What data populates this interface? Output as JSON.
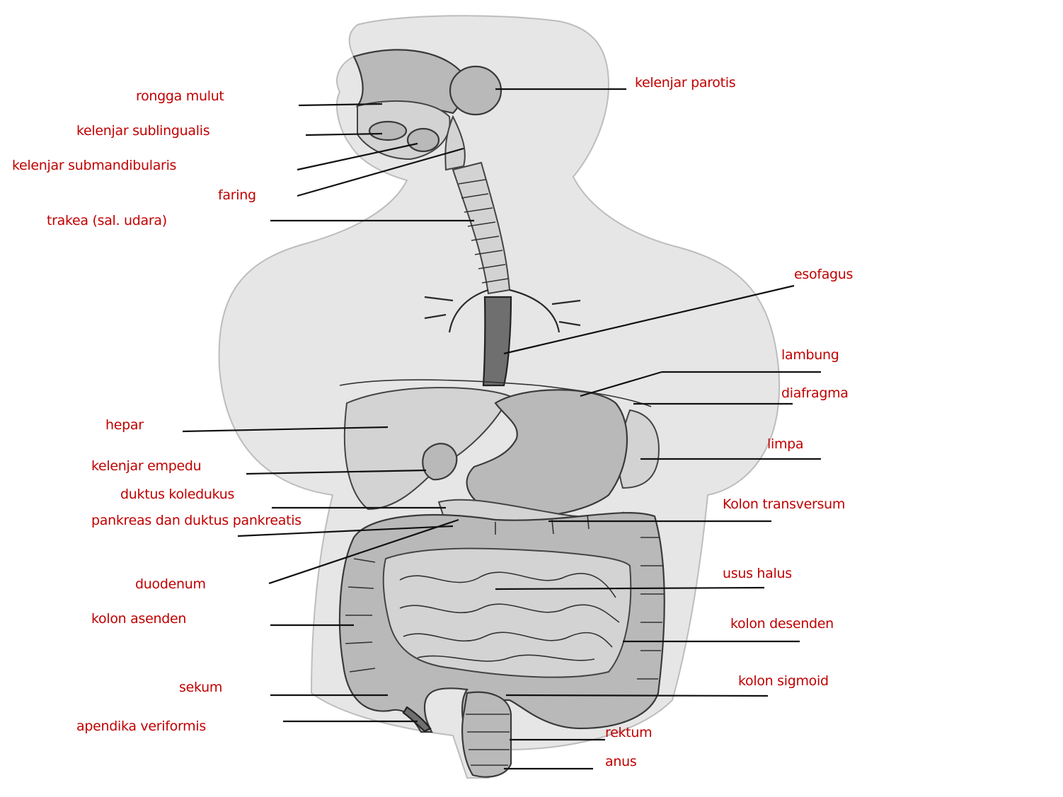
{
  "colors": {
    "label": "#c00000",
    "leader": "#111111",
    "body": "#e6e6e6"
  },
  "labels": {
    "rongga_mulut": "rongga mulut",
    "kelenjar_sublingualis": "kelenjar sublingualis",
    "kelenjar_submandibularis": "kelenjar submandibularis",
    "faring": "faring",
    "trakea": "trakea (sal. udara)",
    "kelenjar_parotis": "kelenjar parotis",
    "esofagus": "esofagus",
    "lambung": "lambung",
    "diafragma": "diafragma",
    "limpa": "limpa",
    "hepar": "hepar",
    "kelenjar_empedu": "kelenjar empedu",
    "duktus_koledukus": "duktus koledukus",
    "pankreas": "pankreas dan duktus pankreatis",
    "kolon_transversum": "Kolon transversum",
    "duodenum": "duodenum",
    "usus_halus": "usus halus",
    "kolon_asenden": "kolon asenden",
    "kolon_desenden": "kolon desenden",
    "sekum": "sekum",
    "kolon_sigmoid": "kolon sigmoid",
    "apendika": "apendika veriformis",
    "rektum": "rektum",
    "anus": "anus"
  }
}
